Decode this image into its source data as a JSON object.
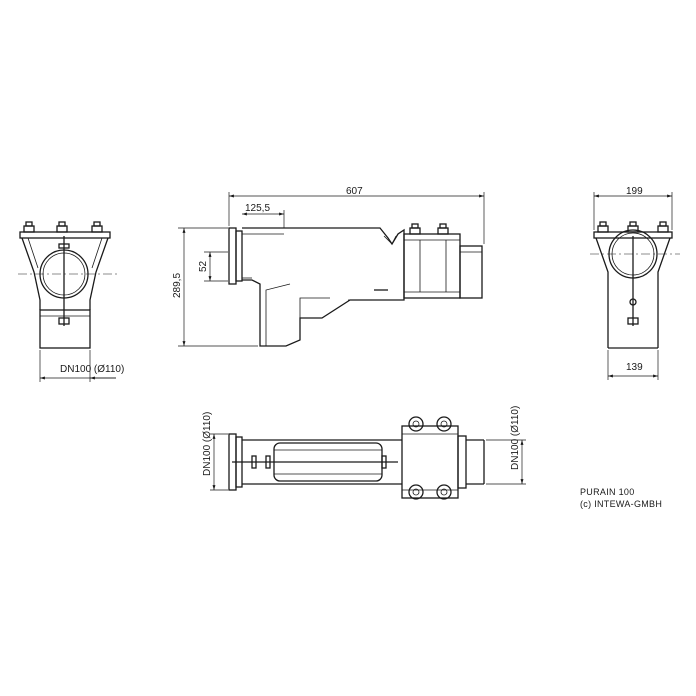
{
  "dimensions": {
    "overall_length": "607",
    "inlet_offset": "125,5",
    "inlet_height": "52",
    "total_height": "289,5",
    "side_width_top": "199",
    "side_width_bottom": "139",
    "front_pipe": "DN100 (Ø110)",
    "plan_inlet": "DN100 (Ø110)",
    "plan_outlet": "DN100 (Ø110)"
  },
  "credits": {
    "product": "PURAIN 100",
    "copyright": "(c) INTEWA-GMBH"
  }
}
